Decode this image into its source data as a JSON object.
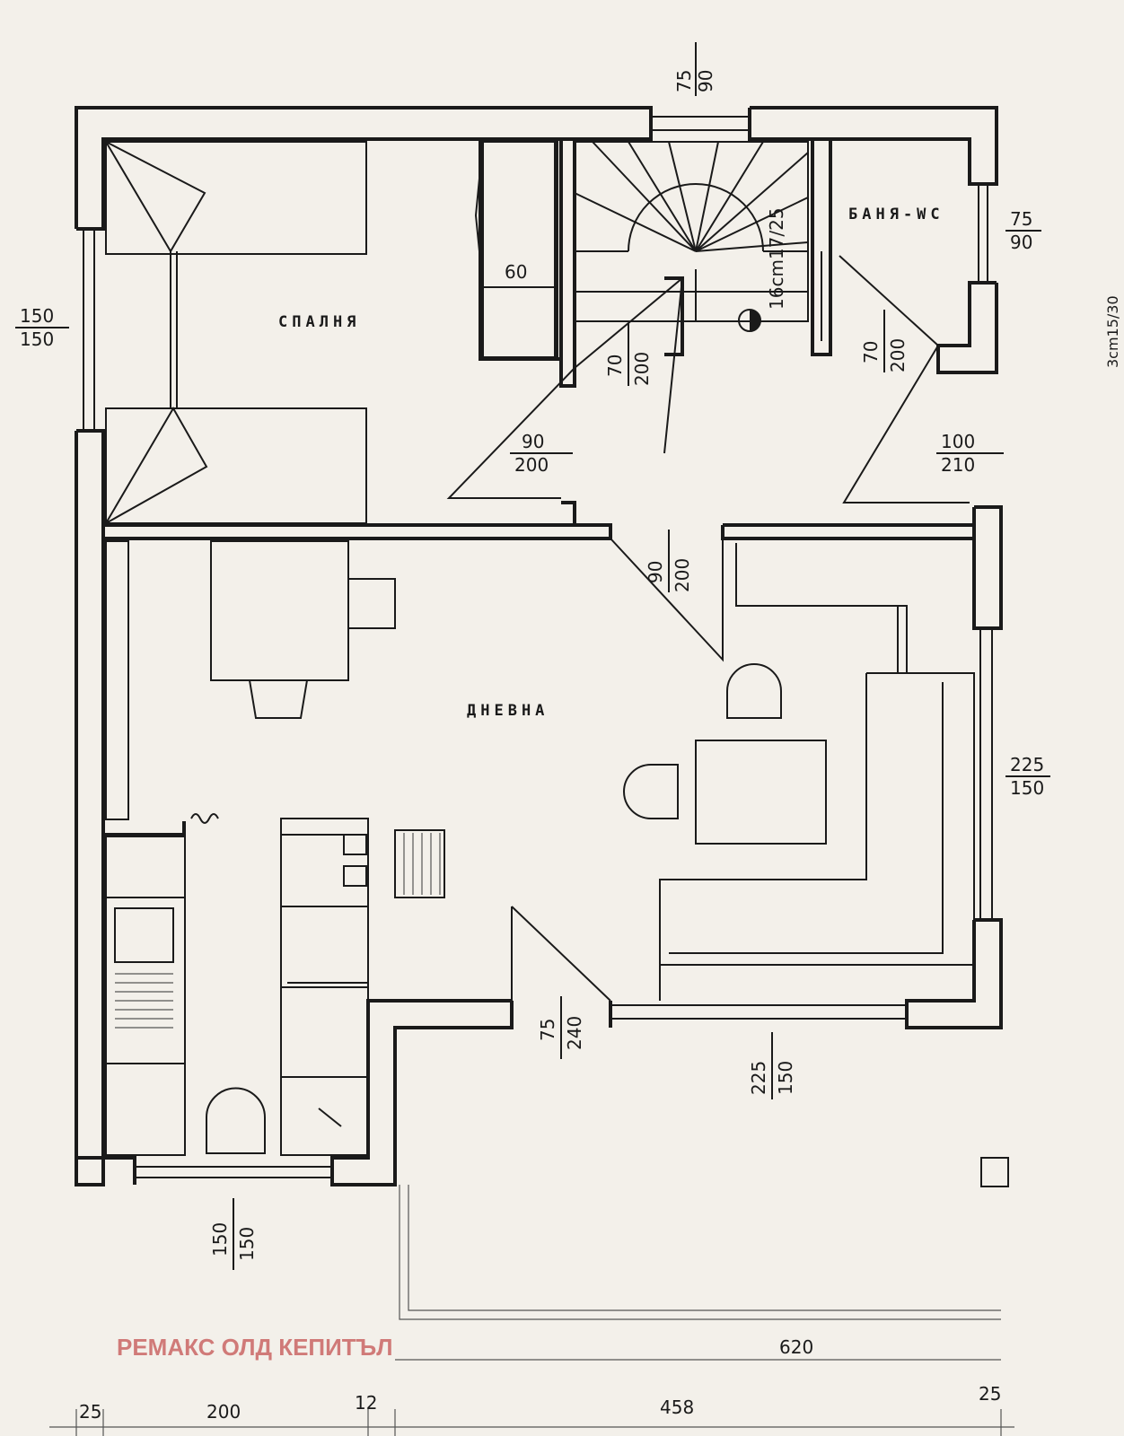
{
  "rooms": {
    "bedroom": "СПАЛНЯ",
    "living": "ДНЕВНА",
    "bath": "БАНЯ-WC"
  },
  "stair_label": "16cm17/25",
  "side_note": "3cm15/30",
  "dims": {
    "top_window": [
      "75",
      "90"
    ],
    "bath_window": [
      "75",
      "90"
    ],
    "left_window": [
      "150",
      "150"
    ],
    "closet": "60",
    "stair_door": [
      "70",
      "200"
    ],
    "bath_door": [
      "70",
      "200"
    ],
    "bedroom_door": [
      "90",
      "200"
    ],
    "bath_entry_door": [
      "100",
      "210"
    ],
    "living_door": [
      "90",
      "200"
    ],
    "right_window": [
      "225",
      "150"
    ],
    "entry_door": [
      "75",
      "240"
    ],
    "bottom_window": [
      "225",
      "150"
    ],
    "kitchen_window": [
      "150",
      "150"
    ],
    "overall": "620",
    "bottom_row": [
      "25",
      "200",
      "12",
      "458",
      "25"
    ]
  },
  "watermark": "РЕМАКС ОЛД КЕПИТЪЛ"
}
